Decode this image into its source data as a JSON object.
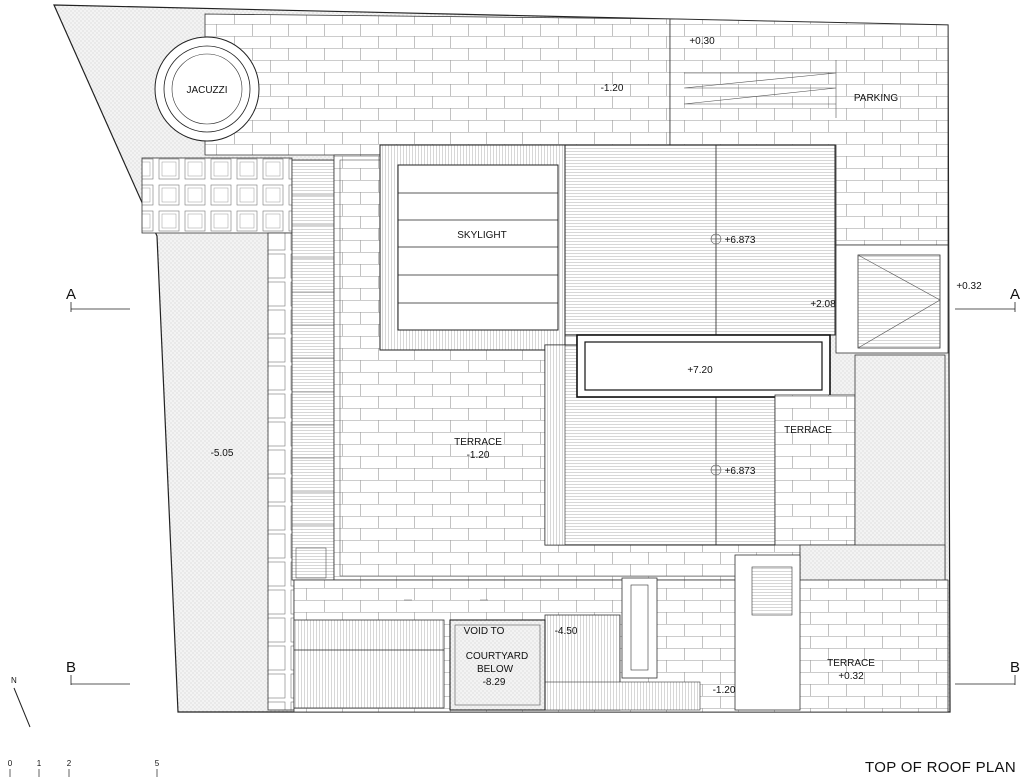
{
  "drawing": {
    "title": "TOP OF ROOF PLAN",
    "north_label": "N",
    "scale_ticks": [
      "0",
      "1",
      "2",
      "5"
    ]
  },
  "section_markers": {
    "a_left": "A",
    "a_right": "A",
    "b_left": "B",
    "b_right": "B"
  },
  "labels": {
    "jacuzzi": "JACUZZI",
    "upper_terrace_level": "-1.20",
    "parking_level": "+0.30",
    "parking": "PARKING",
    "skylight": "SKYLIGHT",
    "roof_upper_level": "+6.873",
    "stair_level": "+2.08",
    "east_level": "+0.32",
    "roof_top_level": "+7.20",
    "central_terrace": "TERRACE",
    "central_terrace_level": "-1.20",
    "east_terrace": "TERRACE",
    "roof_lower_level": "+6.873",
    "garden_level": "-5.05",
    "void": "VOID TO",
    "void_line2": "COURTYARD",
    "void_line3": "BELOW",
    "void_level": "-8.29",
    "pit_level": "-4.50",
    "lower_level": "-1.20",
    "se_terrace": "TERRACE",
    "se_terrace_level": "+0.32"
  }
}
